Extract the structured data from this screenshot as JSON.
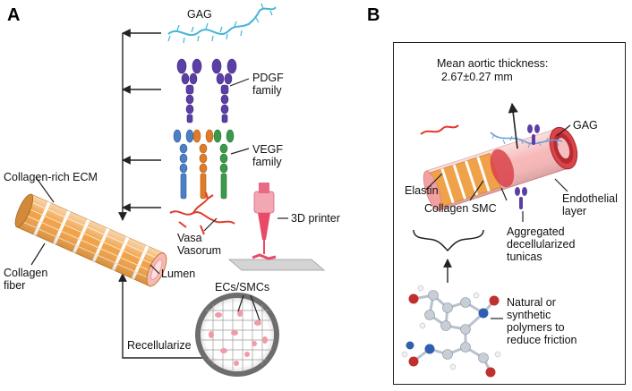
{
  "panel_a": {
    "letter": "A",
    "gag": "GAG",
    "pdgf": "PDGF\nfamily",
    "vegf": "VEGF\nfamily",
    "collagen_rich_ecm": "Collagen-rich ECM",
    "vasa_vasorum": "Vasa\nVasorum",
    "printer": "3D printer",
    "collagen_fiber": "Collagen\nfiber",
    "lumen": "Lumen",
    "ecs_smcs": "ECs/SMCs",
    "recellularize": "Recellularize"
  },
  "panel_b": {
    "letter": "B",
    "thickness_title": "Mean aortic thickness:",
    "thickness_value": "2.67±0.27 mm",
    "gag": "GAG",
    "elastin": "Elastin",
    "collagen_smc": "Collagen SMC",
    "endothelial": "Endothelial\nlayer",
    "tunicas": "Aggregated\ndecellularized\ntunicas",
    "polymers": "Natural or\nsynthetic\npolymers to\nreduce friction"
  },
  "colors": {
    "gag": "#45b5d6",
    "pdgf": "#5b3fa6",
    "vegf_blue": "#4d7fc4",
    "vegf_orange": "#e07b28",
    "vegf_green": "#3a9a4a",
    "collagen": "#f0a24a",
    "vessel_pink": "#f7b8b8",
    "vessel_red": "#d9434a",
    "vasa": "#e03a2a"
  }
}
